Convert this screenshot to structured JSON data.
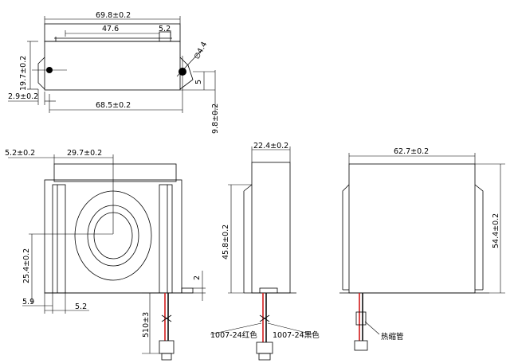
{
  "dims": {
    "top_width": "69.8±0.2",
    "top_slot": "47.6",
    "top_tab": "5.2",
    "hole_dia": "∅4.4",
    "top_height": "19.7±0.2",
    "right_5": "5",
    "left_offset": "2.9±0.2",
    "hole_span": "68.5±0.2",
    "base_height": "9.8±0.2",
    "front_left": "5.2±0.2",
    "front_core": "29.7±0.2",
    "front_center": "25.4±0.2",
    "front_2": "2",
    "front_59": "5.9",
    "front_52": "5.2",
    "lead_len": "510±3",
    "side_width": "22.4±0.2",
    "side_height": "45.8±0.2",
    "wire_red": "1007-24红色",
    "wire_black": "1007-24黑色",
    "rear_width": "62.7±0.2",
    "rear_height": "54.4±0.2",
    "heat_shrink": "热缩管"
  },
  "colors": {
    "line": "#000000",
    "wire_red": "#d21a1a",
    "wire_black": "#111111"
  }
}
